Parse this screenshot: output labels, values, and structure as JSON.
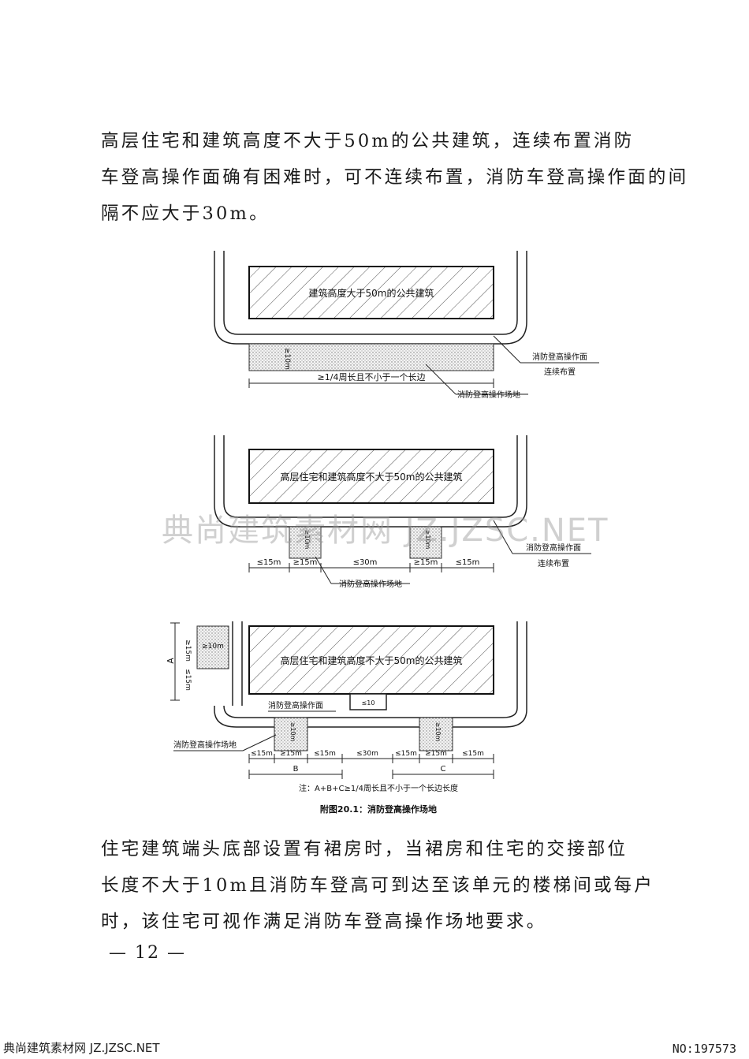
{
  "paragraphs": {
    "p1": [
      "高层住宅和建筑高度不大于50m的公共建筑，连续布置消防",
      "车登高操作面确有困难时，可不连续布置，消防车登高操作面的间",
      "隔不应大于30m。"
    ],
    "p2": [
      "住宅建筑端头底部设置有裙房时，当裙房和住宅的交接部位",
      "长度不大于10m且消防车登高可到达至该单元的楼梯间或每户",
      "时，该住宅可视作满足消防车登高操作场地要求。"
    ]
  },
  "figure": {
    "d1": {
      "building_label": "建筑高度大于50m的公共建筑",
      "width_label": "≥10m",
      "length_label": "≥1/4周长且不小于一个长边",
      "face_label_1": "消防登高操作面",
      "face_label_2": "连续布置",
      "site_label": "消防登高操作场地"
    },
    "d2": {
      "building_label": "高层住宅和建筑高度不大于50m的公共建筑",
      "dims": [
        "≤15m",
        "≥15m",
        "≤30m",
        "≥15m",
        "≤15m"
      ],
      "width_label": "≥10m",
      "face_label_1": "消防登高操作面",
      "face_label_2": "连续布置",
      "site_label": "消防登高操作场地"
    },
    "d3": {
      "building_label": "高层住宅和建筑高度不大于50m的公共建筑",
      "face_label": "消防登高操作面",
      "site_label": "消防登高操作场地",
      "side_label_a": "A",
      "side_dims": [
        "≥15m",
        "≤15m"
      ],
      "side_width": "≥10m",
      "dims": [
        "≤15m",
        "≥15m",
        "≤15m",
        "≤30m",
        "≤15m",
        "≥15m",
        "≤15m"
      ],
      "label_b": "B",
      "label_c": "C",
      "pad_width": "≥10m",
      "note": "注：A+B+C≥1/4周长且不小于一个长边长度"
    },
    "caption": "附图20.1：消防登高操作场地"
  },
  "page_number": "— 12 —",
  "watermark": "典尚建筑素材网 JZ.JZSC.NET",
  "footer": {
    "left": "典尚建筑素材网 JZ.JZSC.NET",
    "right": "NO:197573"
  }
}
